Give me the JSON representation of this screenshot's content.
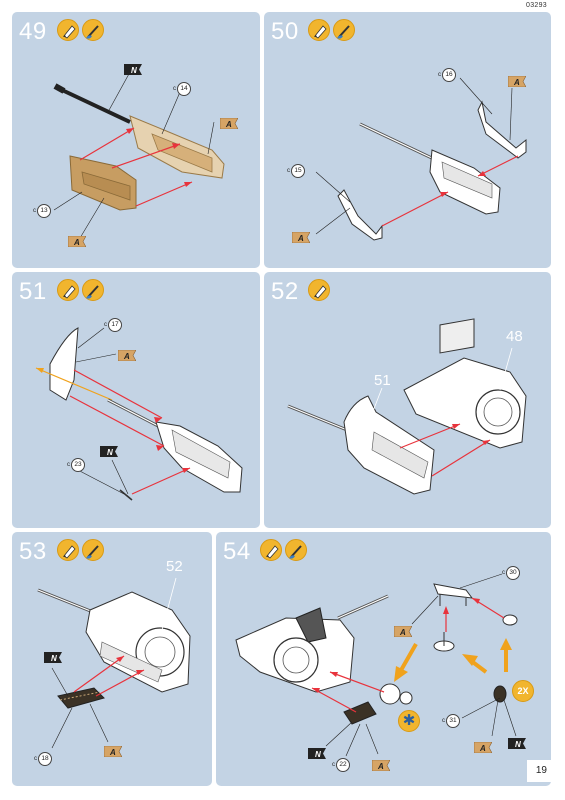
{
  "header": {
    "doc_code": "03293"
  },
  "page_number": "19",
  "colors": {
    "panel_bg": "#c3d3e4",
    "glue_icon": "#f1b52e",
    "arrow": "#e8333c",
    "tan_part": "#d6b07a",
    "move_arrow": "#f0a21c",
    "flag": "#d6a465"
  },
  "steps": [
    {
      "number": "49",
      "icons": [
        "glue-icon",
        "brush-glue-icon"
      ],
      "refs": [
        {
          "prefix": "c",
          "num": "14"
        },
        {
          "prefix": "c",
          "num": "13"
        }
      ],
      "flags": [
        "N",
        "A",
        "A"
      ]
    },
    {
      "number": "50",
      "icons": [
        "glue-icon",
        "brush-glue-icon"
      ],
      "refs": [
        {
          "prefix": "c",
          "num": "16"
        },
        {
          "prefix": "c",
          "num": "15"
        }
      ],
      "flags": [
        "A",
        "A"
      ]
    },
    {
      "number": "51",
      "icons": [
        "glue-icon",
        "brush-glue-icon"
      ],
      "refs": [
        {
          "prefix": "c",
          "num": "17"
        },
        {
          "prefix": "c",
          "num": "23"
        }
      ],
      "flags": [
        "A",
        "N"
      ]
    },
    {
      "number": "52",
      "icons": [
        "glue-icon"
      ],
      "labels": [
        "51",
        "48"
      ]
    },
    {
      "number": "53",
      "icons": [
        "glue-icon",
        "brush-glue-icon"
      ],
      "refs": [
        {
          "prefix": "c",
          "num": "18"
        }
      ],
      "labels": [
        "52"
      ],
      "flags": [
        "N",
        "A"
      ]
    },
    {
      "number": "54",
      "icons": [
        "glue-icon",
        "brush-glue-icon"
      ],
      "refs": [
        {
          "prefix": "c",
          "num": "30"
        },
        {
          "prefix": "c",
          "num": "31"
        },
        {
          "prefix": "c",
          "num": "22"
        }
      ],
      "flags": [
        "A",
        "A",
        "N",
        "N",
        "A"
      ],
      "badge": "2X"
    }
  ]
}
